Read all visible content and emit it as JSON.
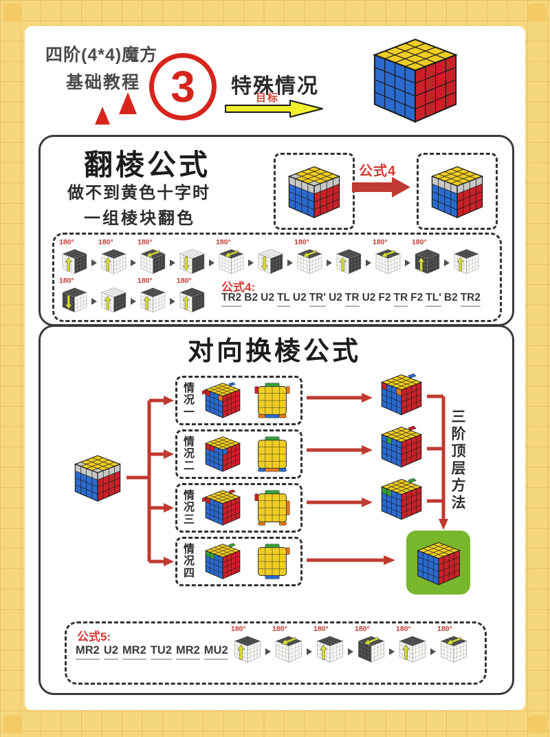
{
  "header": {
    "title_line1": "四阶(4*4)魔方",
    "title_line2": "基础教程",
    "lesson_number": "3",
    "topic": "特殊情况",
    "goal_label": "目标",
    "goal_arrow_icon": "yellow-right-arrow",
    "cube_icon": "solved-cube"
  },
  "section1": {
    "title": "翻棱公式",
    "subtitle_line1": "做不到黄色十字时",
    "subtitle_line2": "一组棱块翻色",
    "arrow_label": "公式4",
    "before_cube_icon": "unfinished-cube",
    "after_cube_icon": "finished-top-cube",
    "formula_label": "公式4:",
    "formula_moves": [
      {
        "text": "TR2",
        "underline": true
      },
      {
        "text": "B2",
        "underline": false
      },
      {
        "text": "U2",
        "underline": false
      },
      {
        "text": "TL",
        "underline": true
      },
      {
        "text": "U2",
        "underline": false
      },
      {
        "text": "TR'",
        "underline": true
      },
      {
        "text": "U2",
        "underline": false
      },
      {
        "text": "TR",
        "underline": true
      },
      {
        "text": "U2",
        "underline": false
      },
      {
        "text": "F2",
        "underline": false
      },
      {
        "text": "TR",
        "underline": true
      },
      {
        "text": "F2",
        "underline": false
      },
      {
        "text": "TL'",
        "underline": true
      },
      {
        "text": "B2",
        "underline": false
      },
      {
        "text": "TR2",
        "underline": true
      }
    ],
    "steps_row1": [
      {
        "degree": "180°",
        "dark": [
          "top",
          "right"
        ],
        "arrow": "up"
      },
      {
        "degree": "180°",
        "dark": [
          "top"
        ],
        "arrow": "up"
      },
      {
        "degree": "180°",
        "dark": [
          "top",
          "right"
        ],
        "arrow": "left"
      },
      {
        "degree": "",
        "dark": [
          "right"
        ],
        "arrow": "down"
      },
      {
        "degree": "180°",
        "dark": [
          "top"
        ],
        "arrow": "left"
      },
      {
        "degree": "",
        "dark": [
          "right"
        ],
        "arrow": "down"
      },
      {
        "degree": "180°",
        "dark": [
          "top"
        ],
        "arrow": "left"
      },
      {
        "degree": "",
        "dark": [
          "top",
          "right"
        ],
        "arrow": "up"
      },
      {
        "degree": "180°",
        "dark": [
          "top"
        ],
        "arrow": "left"
      },
      {
        "degree": "180°",
        "dark": [
          "front",
          "top",
          "right"
        ],
        "arrow": "up"
      },
      {
        "degree": "",
        "dark": [
          "top"
        ],
        "arrow": "up"
      }
    ],
    "steps_row2": [
      {
        "degree": "180°",
        "dark": [
          "front",
          "top"
        ],
        "arrow": "down"
      },
      {
        "degree": "",
        "dark": [
          "right"
        ],
        "arrow": "up"
      },
      {
        "degree": "180°",
        "dark": [
          "top"
        ],
        "arrow": "up"
      },
      {
        "degree": "180°",
        "dark": [
          "top",
          "right"
        ],
        "arrow": "up"
      }
    ]
  },
  "section2": {
    "title": "对向换棱公式",
    "start_cube_icon": "unfinished-cube",
    "cases": [
      {
        "label": "情况一",
        "cube": "case1-cube",
        "flat": "case1-top-view"
      },
      {
        "label": "情况二",
        "cube": "case2-cube",
        "flat": "case2-top-view"
      },
      {
        "label": "情况三",
        "cube": "case3-cube",
        "flat": "case3-top-view"
      },
      {
        "label": "情况四",
        "cube": "case4-cube",
        "flat": "case4-top-view"
      }
    ],
    "results": [
      "result1-cube",
      "result2-cube",
      "result3-cube"
    ],
    "side_note": "三阶顶层方法",
    "final_cube_icon": "solved-cube",
    "formula_label": "公式5:",
    "formula_moves": [
      {
        "text": "MR2",
        "underline": true
      },
      {
        "text": "U2",
        "underline": true
      },
      {
        "text": "MR2",
        "underline": true
      },
      {
        "text": "TU2",
        "underline": true
      },
      {
        "text": "MR2",
        "underline": true
      },
      {
        "text": "MU2",
        "underline": true
      }
    ],
    "steps": [
      {
        "degree": "180°",
        "dark": [
          "top"
        ],
        "arrow": "up"
      },
      {
        "degree": "180°",
        "dark": [
          "top"
        ],
        "arrow": "left"
      },
      {
        "degree": "180°",
        "dark": [
          "top"
        ],
        "arrow": "up"
      },
      {
        "degree": "180°",
        "dark": [
          "front",
          "top"
        ],
        "arrow": "left"
      },
      {
        "degree": "180°",
        "dark": [
          "top"
        ],
        "arrow": "up"
      },
      {
        "degree": "180°",
        "dark": [
          "top"
        ],
        "arrow": "left"
      }
    ]
  }
}
